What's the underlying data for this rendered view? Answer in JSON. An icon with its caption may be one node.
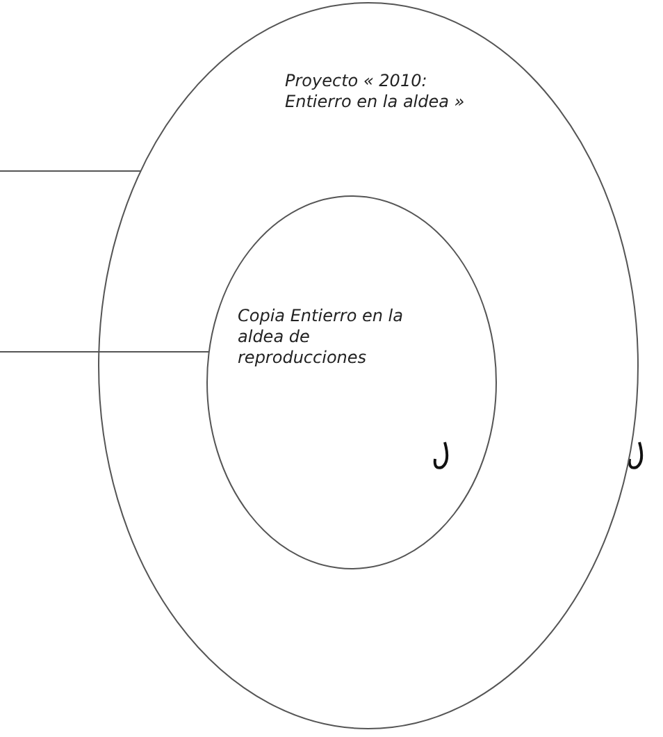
{
  "diagram": {
    "nodes": [
      {
        "text": [
          "Proyecto « 2010: Entierro en la aldea »"
        ]
      },
      {
        "text": [
          "Copia Entierro en la aldea de reproducciones"
        ],
        "in": 0
      }
    ],
    "edges": [
      {
        "from": null,
        "to": 0,
        "arrow": "none"
      },
      {
        "from": null,
        "to": 1,
        "arrow": "none"
      }
    ]
  }
}
